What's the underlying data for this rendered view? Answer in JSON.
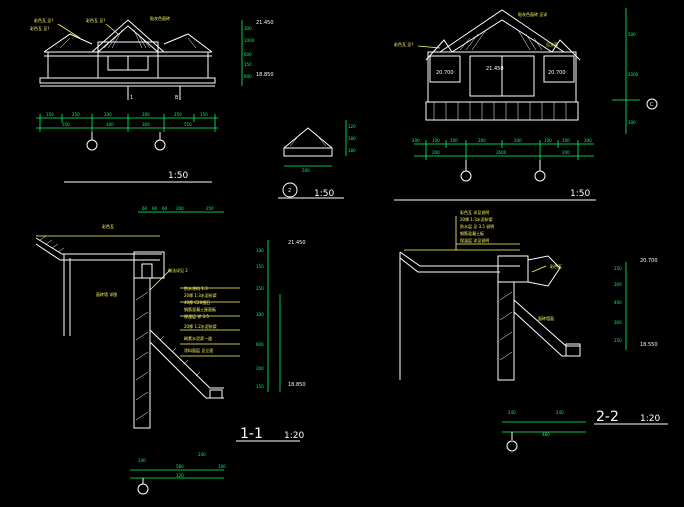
{
  "colors": {
    "background": "#000000",
    "line": "#ffffff",
    "dim": "#00ff66",
    "text_cyan": "#66ffff",
    "text_yellow": "#ffff66"
  },
  "elev1": {
    "scale": "1:50",
    "elev_top": "21.450",
    "elev_base": "18.850",
    "notes": [
      "彩色瓦 见?",
      "彩色瓦 见?",
      "彩色瓦 见?",
      "贴灰色面砖"
    ],
    "axis_a": "1",
    "axis_b": "B",
    "dims_top": [
      "150",
      "250",
      "200",
      "200",
      "250",
      "150"
    ],
    "dims_bottom": [
      "550",
      "300",
      "300",
      "550"
    ],
    "vdims": [
      "300",
      "1000",
      "600",
      "150",
      "900"
    ]
  },
  "elev2": {
    "scale": "1:50",
    "notes": [
      "贴灰色面砖 见详",
      "彩色瓦 见?",
      "见立面"
    ],
    "levels": [
      "20.700",
      "21.450",
      "20.700"
    ],
    "axis": "C",
    "dims_top": [
      "200",
      "100",
      "100",
      "200",
      "200",
      "100",
      "100",
      "200"
    ],
    "dims_bottom": [
      "200",
      "2600",
      "200"
    ],
    "vdims": [
      "500",
      "2000",
      "300"
    ]
  },
  "detail_small": {
    "scale": "1:50",
    "tag": "2",
    "dims": [
      "120",
      "180",
      "180",
      "500"
    ]
  },
  "section1": {
    "title": "1-1",
    "scale": "1:20",
    "top_dims": [
      "60",
      "60",
      "60",
      "200",
      "250"
    ],
    "levels": [
      "21.450",
      "18.850"
    ],
    "notes": [
      "彩色瓦",
      "做法详见 2",
      "防水涂料 1:3",
      "20厚 1:3水泥砂浆",
      "40厚 C20细石",
      "钢筋混凝土屋面板",
      "保温层 详 3.5",
      "20厚 1:2水泥砂浆",
      "刷素水泥浆一道",
      "涂料面层 见立面",
      "面砖墙 详图"
    ],
    "vdims": [
      "100",
      "150",
      "250",
      "300",
      "600",
      "200",
      "150"
    ],
    "bottom_dims": [
      "240",
      "240",
      "100",
      "580",
      "120"
    ],
    "axis": "1"
  },
  "section2": {
    "title": "2-2",
    "scale": "1:20",
    "notes": [
      "彩色瓦 详见说明",
      "20厚 1:3水泥砂浆",
      "防水层 见 3.5 说明",
      "钢筋混凝土板",
      "保温层 详见说明",
      "彩色瓦",
      "面砖墙面"
    ],
    "levels": [
      "20.700",
      "18.550"
    ],
    "vdims": [
      "150",
      "300",
      "400",
      "300",
      "150"
    ],
    "bottom_dims": [
      "240",
      "240",
      "480"
    ],
    "axis": "C"
  }
}
